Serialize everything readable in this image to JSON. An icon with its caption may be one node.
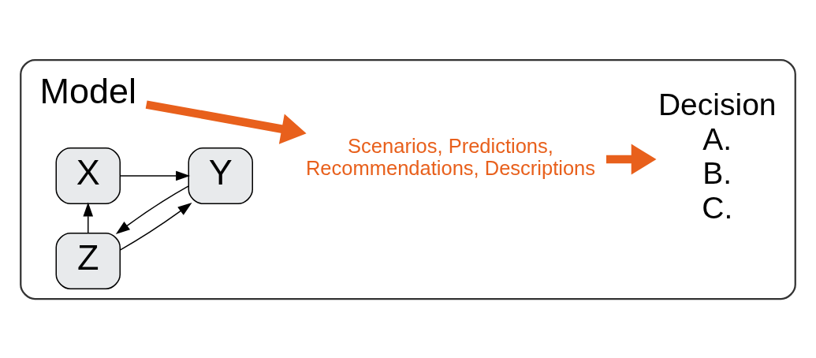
{
  "diagram": {
    "nodes": [
      {
        "text": [],
        "shape": "box"
      },
      {
        "text": [
          "Model"
        ],
        "in": 0
      },
      {
        "text": [
          "X"
        ],
        "in": 0
      },
      {
        "text": [
          "Z"
        ],
        "in": 0
      },
      {
        "text": [
          "Y"
        ],
        "in": 0
      },
      {
        "text": [
          "Scenarios, Predictions, Recommendations, Descriptions"
        ],
        "in": 0
      },
      {
        "text": [
          "Decision",
          "A.",
          "B.",
          "C."
        ],
        "in": 0
      }
    ],
    "edges": [
      {
        "from": 3,
        "to": 2,
        "arrow": "to"
      },
      {
        "from": 2,
        "to": 4,
        "arrow": "to"
      },
      {
        "from": 3,
        "to": 4,
        "arrow": "to"
      },
      {
        "from": 4,
        "to": 3,
        "arrow": "to"
      },
      {
        "from": 1,
        "to": 5,
        "arrow": "to",
        "style": "thick",
        "color": "#e8601c"
      },
      {
        "from": 5,
        "to": 6,
        "arrow": "to",
        "style": "thick",
        "color": "#e8601c"
      }
    ]
  }
}
